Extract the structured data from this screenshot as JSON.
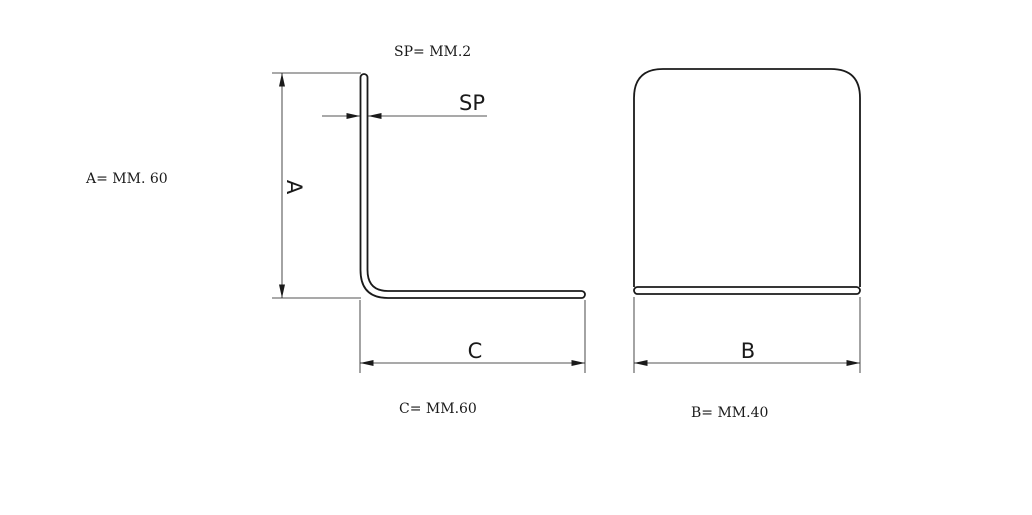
{
  "specs": {
    "sp": "SP= MM.2",
    "a": "A= MM. 60",
    "c": "C= MM.60",
    "b": "B= MM.40"
  },
  "dimension_labels": {
    "sp": "SP",
    "a": "A",
    "c": "C",
    "b": "B"
  },
  "colors": {
    "line": "#1a1a1a"
  }
}
